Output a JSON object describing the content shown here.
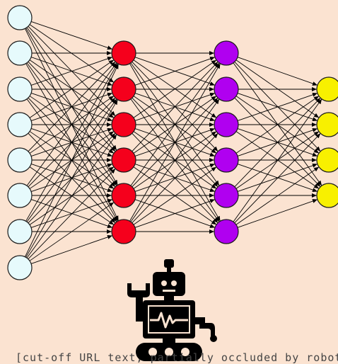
{
  "diagram": {
    "type": "feedforward-neural-network",
    "layers": [
      {
        "nodes": 8,
        "color": "#e6fafc"
      },
      {
        "nodes": 6,
        "color": "#f5001c"
      },
      {
        "nodes": 6,
        "color": "#b000f0"
      },
      {
        "nodes": 4,
        "color": "#f8f000"
      }
    ],
    "connections": "fully-connected",
    "edge_color": "#000000",
    "node_outline_color": "#1a1a1a"
  },
  "robot_icon": "robot-icon",
  "footer": {
    "text": "[cut-off URL text, partially occluded by robot icon]"
  }
}
